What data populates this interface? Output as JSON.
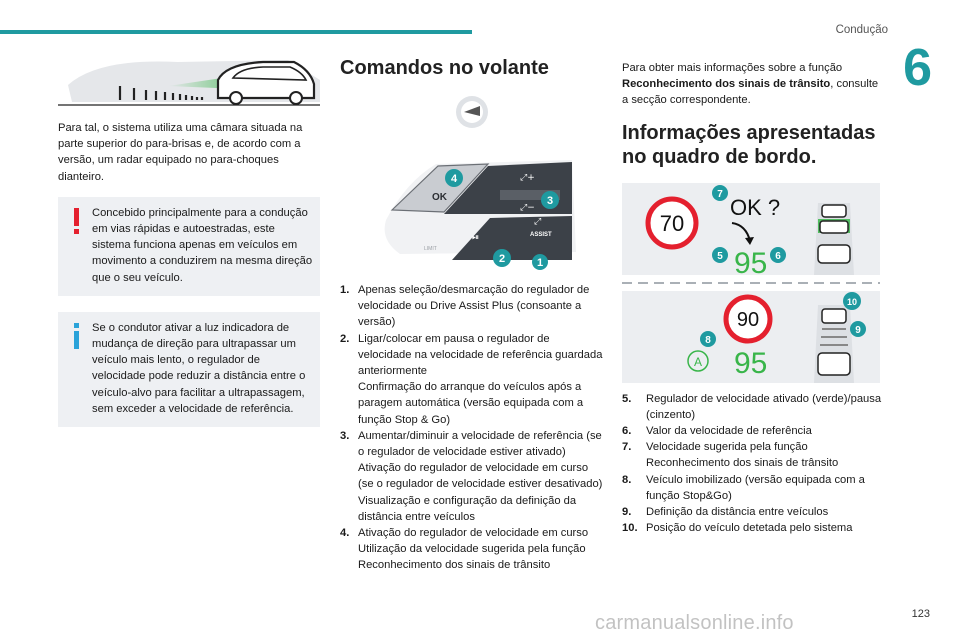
{
  "header": {
    "section": "Condução",
    "chapter": "6",
    "page": "123"
  },
  "col1": {
    "intro": "Para tal, o sistema utiliza uma câmara situada na parte superior do para-brisas e, de acordo com a versão, um radar equipado no para-choques dianteiro.",
    "warning": "Concebido principalmente para a condução em vias rápidas e autoestradas, este sistema funciona apenas em veículos em movimento a conduzirem na mesma direção que o seu veículo.",
    "info": "Se o condutor ativar a luz indicadora de mudança de direção para ultrapassar um veículo mais lento, o regulador de velocidade pode reduzir a distância entre o veículo-alvo para facilitar a ultrapassagem, sem exceder a velocidade de referência."
  },
  "col2": {
    "title": "Comandos no volante",
    "diagram": {
      "ok": "OK",
      "assist": "ASSIST",
      "limit": "LIMIT",
      "b1": "1",
      "b2": "2",
      "b3": "3",
      "b4": "4"
    },
    "items": [
      {
        "num": "1.",
        "text": "Apenas seleção/desmarcação do regulador de velocidade ou Drive Assist Plus (consoante a versão)"
      },
      {
        "num": "2.",
        "text": "Ligar/colocar em pausa o regulador de velocidade na velocidade de referência guardada anteriormente\nConfirmação do arranque do veículos após a paragem automática (versão equipada com a função Stop & Go)"
      },
      {
        "num": "3.",
        "text": "Aumentar/diminuir a velocidade de referência (se o regulador de velocidade estiver ativado)\nAtivação do regulador de velocidade em curso (se o regulador de velocidade estiver desativado)\nVisualização e configuração da definição da distância entre veículos"
      },
      {
        "num": "4.",
        "text": "Ativação do regulador de velocidade em curso\nUtilização da velocidade sugerida pela função Reconhecimento dos sinais de trânsito"
      }
    ]
  },
  "col3": {
    "intro_pre": "Para obter mais informações sobre a função ",
    "intro_bold": "Reconhecimento dos sinais de trânsito",
    "intro_post": ", consulte a secção correspondente.",
    "title": "Informações apresentadas no quadro de bordo.",
    "cluster": {
      "sign_top": "70",
      "ok_text": "OK ?",
      "speed_top": "95",
      "sign_bottom": "90",
      "speed_bottom": "95",
      "auto_a": "A",
      "b5": "5",
      "b6": "6",
      "b7": "7",
      "b8": "8",
      "b9": "9",
      "b10": "10"
    },
    "items": [
      {
        "num": "5.",
        "text": "Regulador de velocidade ativado (verde)/pausa (cinzento)"
      },
      {
        "num": "6.",
        "text": "Valor da velocidade de referência"
      },
      {
        "num": "7.",
        "text": "Velocidade sugerida pela função Reconhecimento dos sinais de trânsito"
      },
      {
        "num": "8.",
        "text": "Veículo imobilizado (versão equipada com a função Stop&Go)"
      },
      {
        "num": "9.",
        "text": "Definição da distância entre veículos"
      },
      {
        "num": "10.",
        "text": "Posição do veículo detetada pelo sistema"
      }
    ]
  },
  "footer": {
    "watermark": "carmanualsonline.info"
  },
  "colors": {
    "accent": "#1f9aa0",
    "warning": "#e4202e",
    "info": "#2aa3d9",
    "green": "#39b54a",
    "note_bg": "#eef0f3"
  }
}
